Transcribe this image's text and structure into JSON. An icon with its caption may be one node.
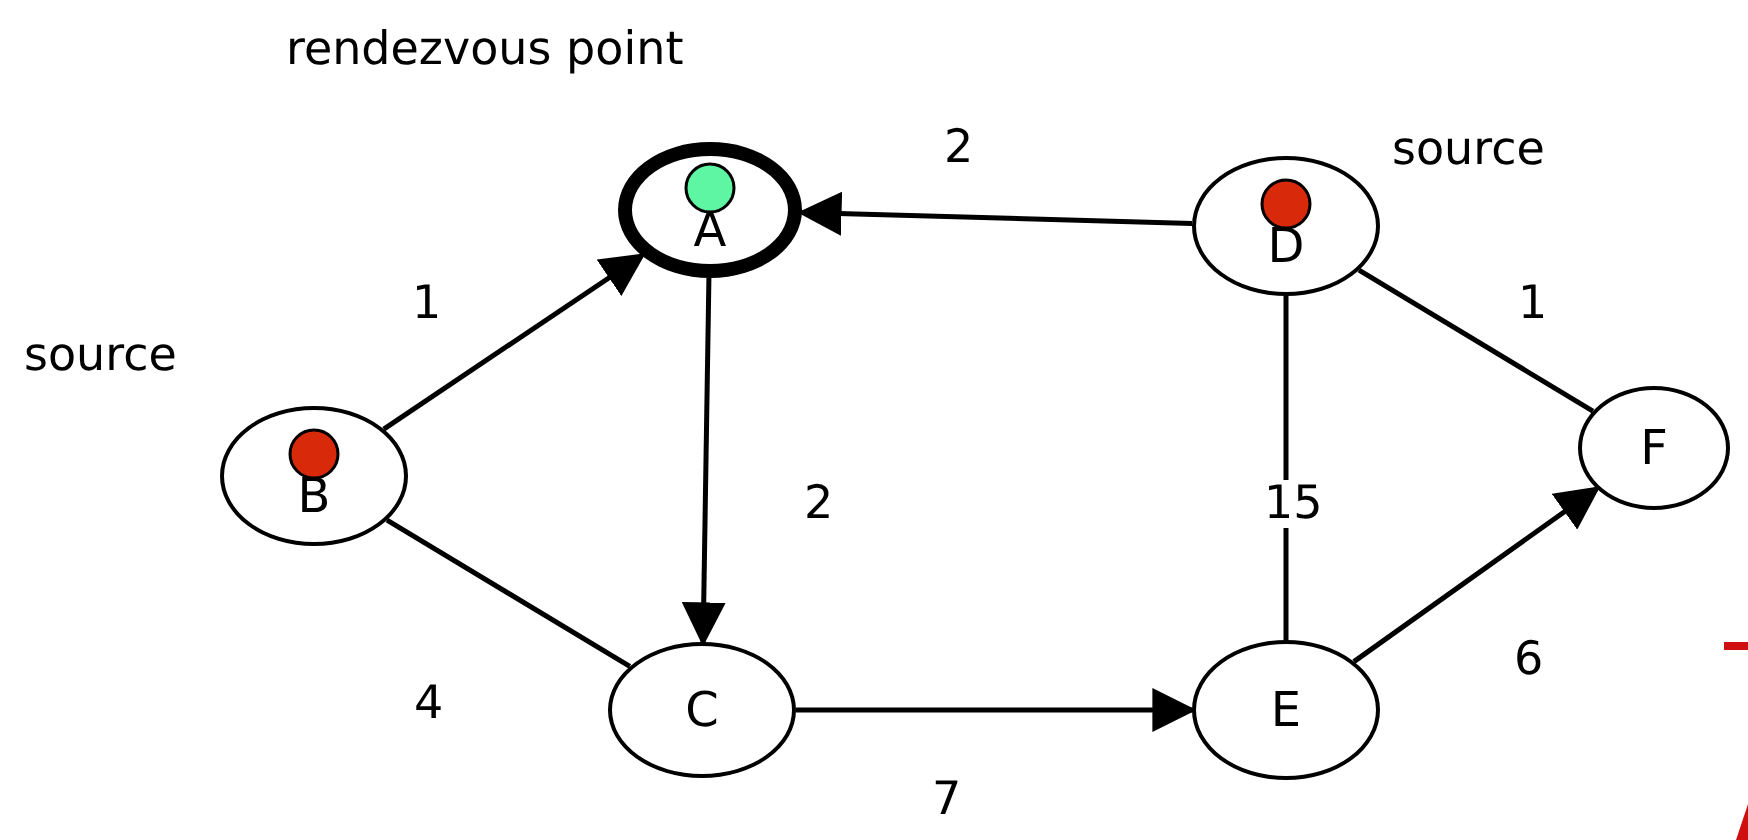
{
  "diagram": {
    "nodes": [
      {
        "text": [
          "A"
        ],
        "beside": [
          "rendezvous point"
        ]
      },
      {
        "text": [
          "D"
        ],
        "beside": [
          "source"
        ]
      },
      {
        "text": [
          "B"
        ],
        "beside": [
          "source"
        ]
      },
      {
        "text": [
          "F"
        ]
      },
      {
        "text": [
          "C"
        ]
      },
      {
        "text": [
          "E"
        ]
      }
    ],
    "edges": [
      {
        "from": 2,
        "to": 0,
        "arrow": "to",
        "label": "1"
      },
      {
        "from": 1,
        "to": 0,
        "arrow": "to",
        "label": "2"
      },
      {
        "from": 0,
        "to": 4,
        "arrow": "to",
        "label": "2"
      },
      {
        "from": 1,
        "to": 3,
        "arrow": "none",
        "label": "1"
      },
      {
        "from": 1,
        "to": 5,
        "arrow": "none",
        "label": "15"
      },
      {
        "from": 2,
        "to": 4,
        "arrow": "none",
        "label": "4"
      },
      {
        "from": 4,
        "to": 5,
        "arrow": "to",
        "label": "7"
      },
      {
        "from": 5,
        "to": 3,
        "arrow": "to",
        "label": "6"
      }
    ]
  }
}
